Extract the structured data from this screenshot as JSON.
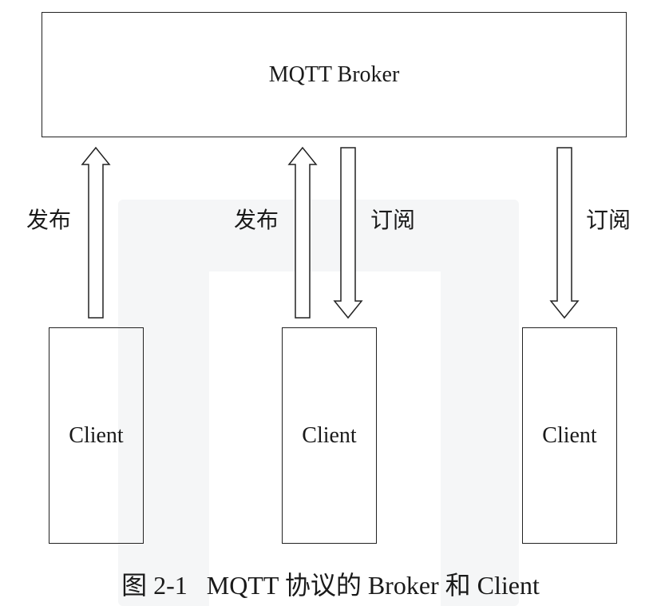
{
  "broker": {
    "label": "MQTT Broker"
  },
  "clients": [
    {
      "label": "Client"
    },
    {
      "label": "Client"
    },
    {
      "label": "Client"
    }
  ],
  "arrows": {
    "publish_label": "发布",
    "subscribe_label": "订阅"
  },
  "caption": "图 2-1   MQTT 协议的 Broker 和 Client"
}
